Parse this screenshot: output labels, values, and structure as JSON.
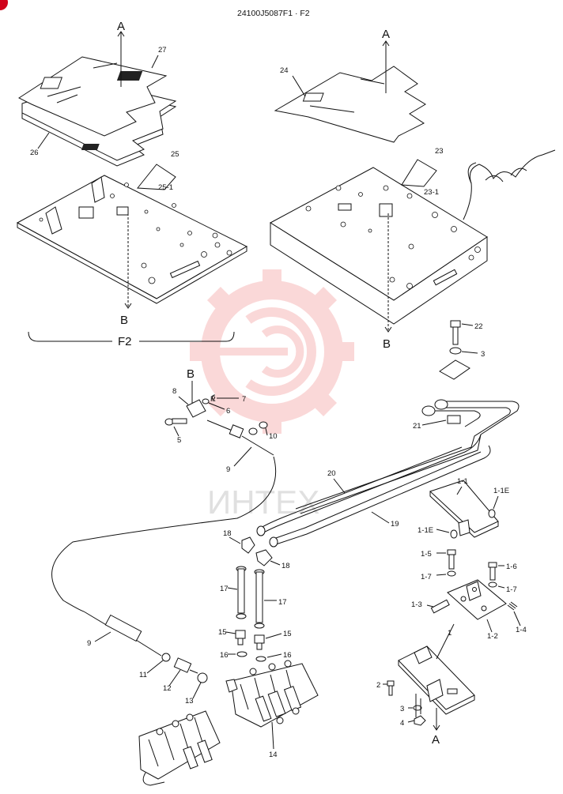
{
  "header": {
    "drawing_code": "24100J5087F1 · F2"
  },
  "section_label": "F2",
  "watermark": {
    "text": "ИНТЕХ",
    "color": "#f08080"
  },
  "corner_badge_color": "#d0021b",
  "reference_marks": {
    "A_top_left": "A",
    "A_top_right": "A",
    "B_left": "B",
    "B_right": "B",
    "B_mid": "B",
    "A_bottom": "A"
  },
  "parts": {
    "p27": "27",
    "p26": "26",
    "p25": "25",
    "p25_1": "25-1",
    "p24": "24",
    "p23": "23",
    "p23_1": "23-1",
    "p22": "22",
    "p3a": "3",
    "p8": "8",
    "pR": "R",
    "p7": "7",
    "p6": "6",
    "p5": "5",
    "p10": "10",
    "p9a": "9",
    "p21": "21",
    "p20": "20",
    "p19": "19",
    "p1_1": "1-1",
    "p1_1E_a": "1-1E",
    "p1_1E_b": "1-1E",
    "p1_5": "1-5",
    "p1_7a": "1-7",
    "p1_6": "1-6",
    "p1_7b": "1-7",
    "p1_3": "1-3",
    "p1_2": "1-2",
    "p1_4": "1-4",
    "p1": "1",
    "p18a": "18",
    "p18b": "18",
    "p17a": "17",
    "p17b": "17",
    "p15a": "15",
    "p15b": "15",
    "p16a": "16",
    "p16b": "16",
    "p9b": "9",
    "p11": "11",
    "p12": "12",
    "p13": "13",
    "p14": "14",
    "p2": "2",
    "p3b": "3",
    "p4": "4"
  }
}
